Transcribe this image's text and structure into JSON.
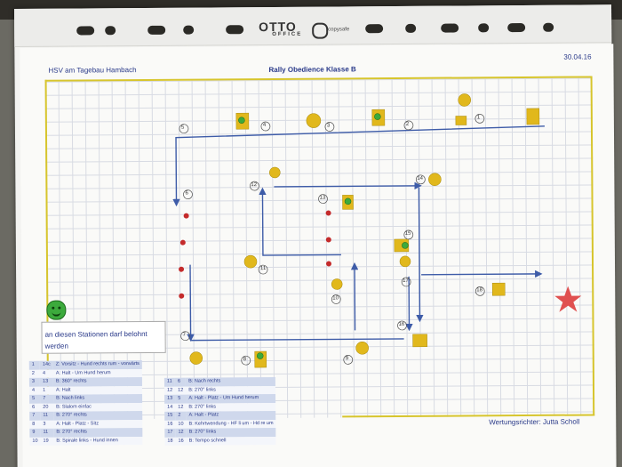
{
  "brand": {
    "name": "OTTO",
    "sub": "OFFICE",
    "copysafe": "copysafe"
  },
  "header": {
    "club": "HSV am Tagebau Hambach",
    "title": "Rally Obedience Klasse  B",
    "date": "30.04.16"
  },
  "note": {
    "text": "an diesen Stationen darf belohnt werden"
  },
  "judge": {
    "text": "Wertungsrichter: Jutta Scholl"
  },
  "legend_left": [
    {
      "nr": "1",
      "sign": "14c",
      "text": "Z: Vorsitz - Hund rechts rum - vorwärts"
    },
    {
      "nr": "2",
      "sign": "4",
      "text": "A: Halt - Um Hund herum"
    },
    {
      "nr": "3",
      "sign": "13",
      "text": "B: 360° rechts"
    },
    {
      "nr": "4",
      "sign": "1",
      "text": "A: Halt"
    },
    {
      "nr": "5",
      "sign": "7",
      "text": "B: Nach links"
    },
    {
      "nr": "6",
      "sign": "20",
      "text": "B: Slalom einfac"
    },
    {
      "nr": "7",
      "sign": "11",
      "text": "B: 270° rechts"
    },
    {
      "nr": "8",
      "sign": "3",
      "text": "A: Halt - Platz - Sitz"
    },
    {
      "nr": "9",
      "sign": "11",
      "text": "B: 270° rechts"
    },
    {
      "nr": "10",
      "sign": "19",
      "text": "B: Spirale links - Hund innen"
    }
  ],
  "legend_right": [
    {
      "nr": "11",
      "sign": "6",
      "text": "B: Nach rechts"
    },
    {
      "nr": "12",
      "sign": "12",
      "text": "B: 270° links"
    },
    {
      "nr": "13",
      "sign": "5",
      "text": "A: Halt - Platz - Um Hund herum"
    },
    {
      "nr": "14",
      "sign": "12",
      "text": "B: 270° links"
    },
    {
      "nr": "15",
      "sign": "2",
      "text": "A: Halt - Platz"
    },
    {
      "nr": "16",
      "sign": "10",
      "text": "B: Kehrtwendung - HF li um - Hd re um"
    },
    {
      "nr": "17",
      "sign": "12",
      "text": "B: 270° links"
    },
    {
      "nr": "18",
      "sign": "16",
      "text": "B: Tempo schnell"
    }
  ],
  "station_labels": [
    "1",
    "2",
    "3",
    "4",
    "5",
    "6",
    "7",
    "8",
    "9",
    "10",
    "11",
    "12",
    "13",
    "14",
    "15",
    "16",
    "17",
    "18"
  ],
  "colors": {
    "path": "#3e5ca8",
    "frame": "#d7c52d",
    "sign": "#e1b81c",
    "cone": "#c42b2b",
    "star": "#e05050"
  }
}
